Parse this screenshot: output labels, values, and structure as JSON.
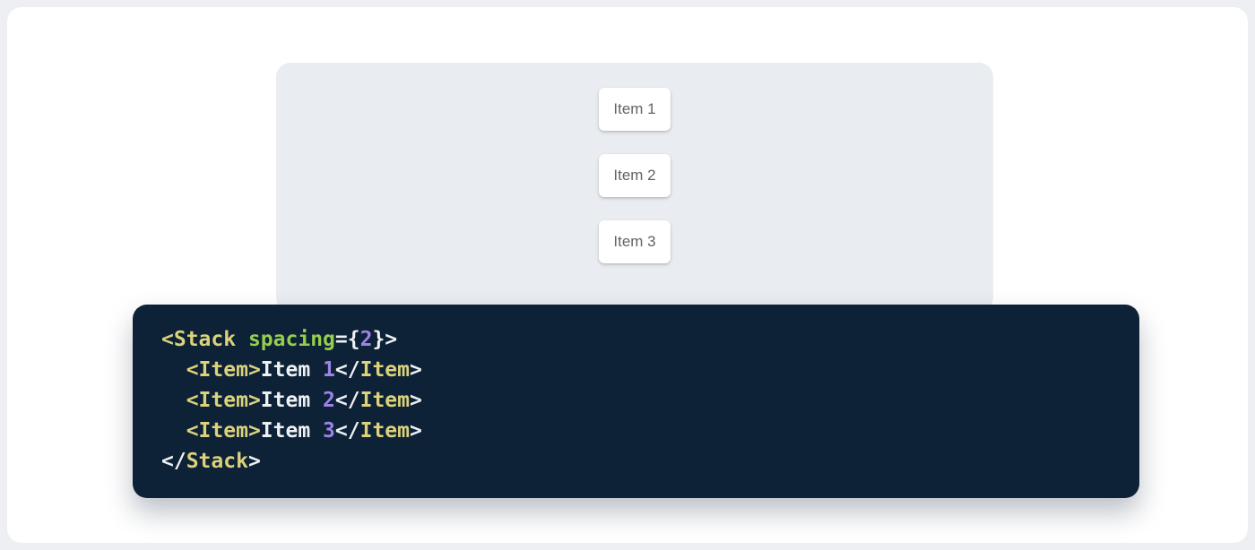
{
  "page": {
    "outer_background": "#edeff3",
    "card_background": "#ffffff"
  },
  "preview": {
    "background": "#e9ecf1",
    "item_text_color": "#5f6368",
    "items": [
      {
        "label": "Item 1"
      },
      {
        "label": "Item 2"
      },
      {
        "label": "Item 3"
      }
    ]
  },
  "code_block": {
    "background": "#0d2137",
    "colors": {
      "tag": "#dbd27a",
      "attr": "#94ce4f",
      "number": "#9c83e8",
      "plain": "#eef1f4"
    },
    "code_text": "<Stack spacing={2}>\n  <Item>Item 1</Item>\n  <Item>Item 2</Item>\n  <Item>Item 3</Item>\n</Stack>",
    "lines": [
      {
        "tokens": [
          {
            "c": "tag",
            "v": "<Stack"
          },
          {
            "c": "plain",
            "v": " "
          },
          {
            "c": "attr",
            "v": "spacing"
          },
          {
            "c": "plain",
            "v": "={"
          },
          {
            "c": "number",
            "v": "2"
          },
          {
            "c": "plain",
            "v": "}>"
          }
        ]
      },
      {
        "tokens": [
          {
            "c": "plain",
            "v": "  "
          },
          {
            "c": "tag",
            "v": "<Item>"
          },
          {
            "c": "plain",
            "v": "Item "
          },
          {
            "c": "number",
            "v": "1"
          },
          {
            "c": "plain",
            "v": "</"
          },
          {
            "c": "tag",
            "v": "Item"
          },
          {
            "c": "plain",
            "v": ">"
          }
        ]
      },
      {
        "tokens": [
          {
            "c": "plain",
            "v": "  "
          },
          {
            "c": "tag",
            "v": "<Item>"
          },
          {
            "c": "plain",
            "v": "Item "
          },
          {
            "c": "number",
            "v": "2"
          },
          {
            "c": "plain",
            "v": "</"
          },
          {
            "c": "tag",
            "v": "Item"
          },
          {
            "c": "plain",
            "v": ">"
          }
        ]
      },
      {
        "tokens": [
          {
            "c": "plain",
            "v": "  "
          },
          {
            "c": "tag",
            "v": "<Item>"
          },
          {
            "c": "plain",
            "v": "Item "
          },
          {
            "c": "number",
            "v": "3"
          },
          {
            "c": "plain",
            "v": "</"
          },
          {
            "c": "tag",
            "v": "Item"
          },
          {
            "c": "plain",
            "v": ">"
          }
        ]
      },
      {
        "tokens": [
          {
            "c": "plain",
            "v": "</"
          },
          {
            "c": "tag",
            "v": "Stack"
          },
          {
            "c": "plain",
            "v": ">"
          }
        ]
      }
    ]
  }
}
